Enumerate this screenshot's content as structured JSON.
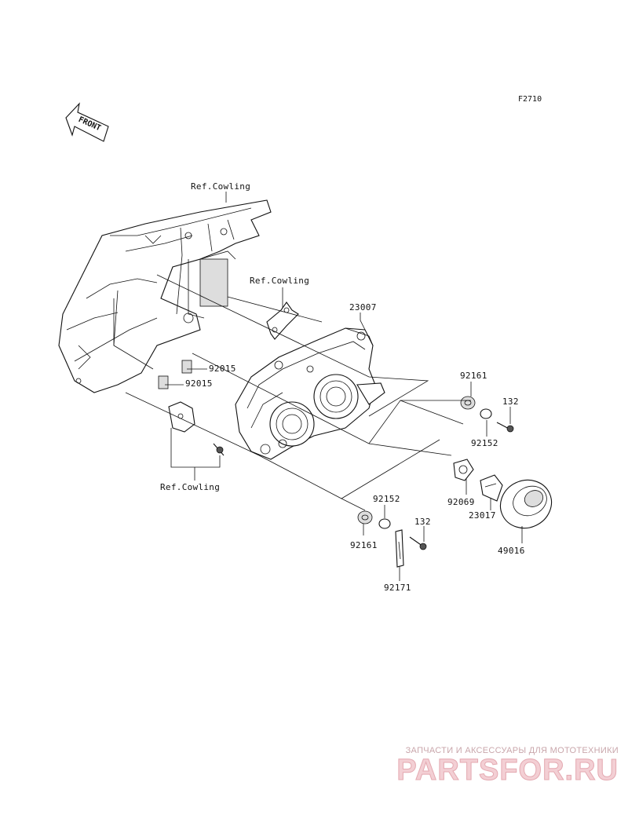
{
  "figure_code": "F2710",
  "front_label": "FRONT",
  "labels": {
    "ref_cowling_top": "Ref.Cowling",
    "ref_cowling_mid": "Ref.Cowling",
    "ref_cowling_bottom": "Ref.Cowling",
    "p23007": "23007",
    "p92015_a": "92015",
    "p92015_b": "92015",
    "p92161_a": "92161",
    "p132_a": "132",
    "p92152_a": "92152",
    "p92069": "92069",
    "p23017": "23017",
    "p49016": "49016",
    "p92152_b": "92152",
    "p132_b": "132",
    "p92161_b": "92161",
    "p92171": "92171"
  },
  "watermark": {
    "tagline": "ЗАПЧАСТИ И АКСЕССУАРЫ ДЛЯ МОТОТЕХНИКИ",
    "logo": "PARTSFOR.RU"
  }
}
